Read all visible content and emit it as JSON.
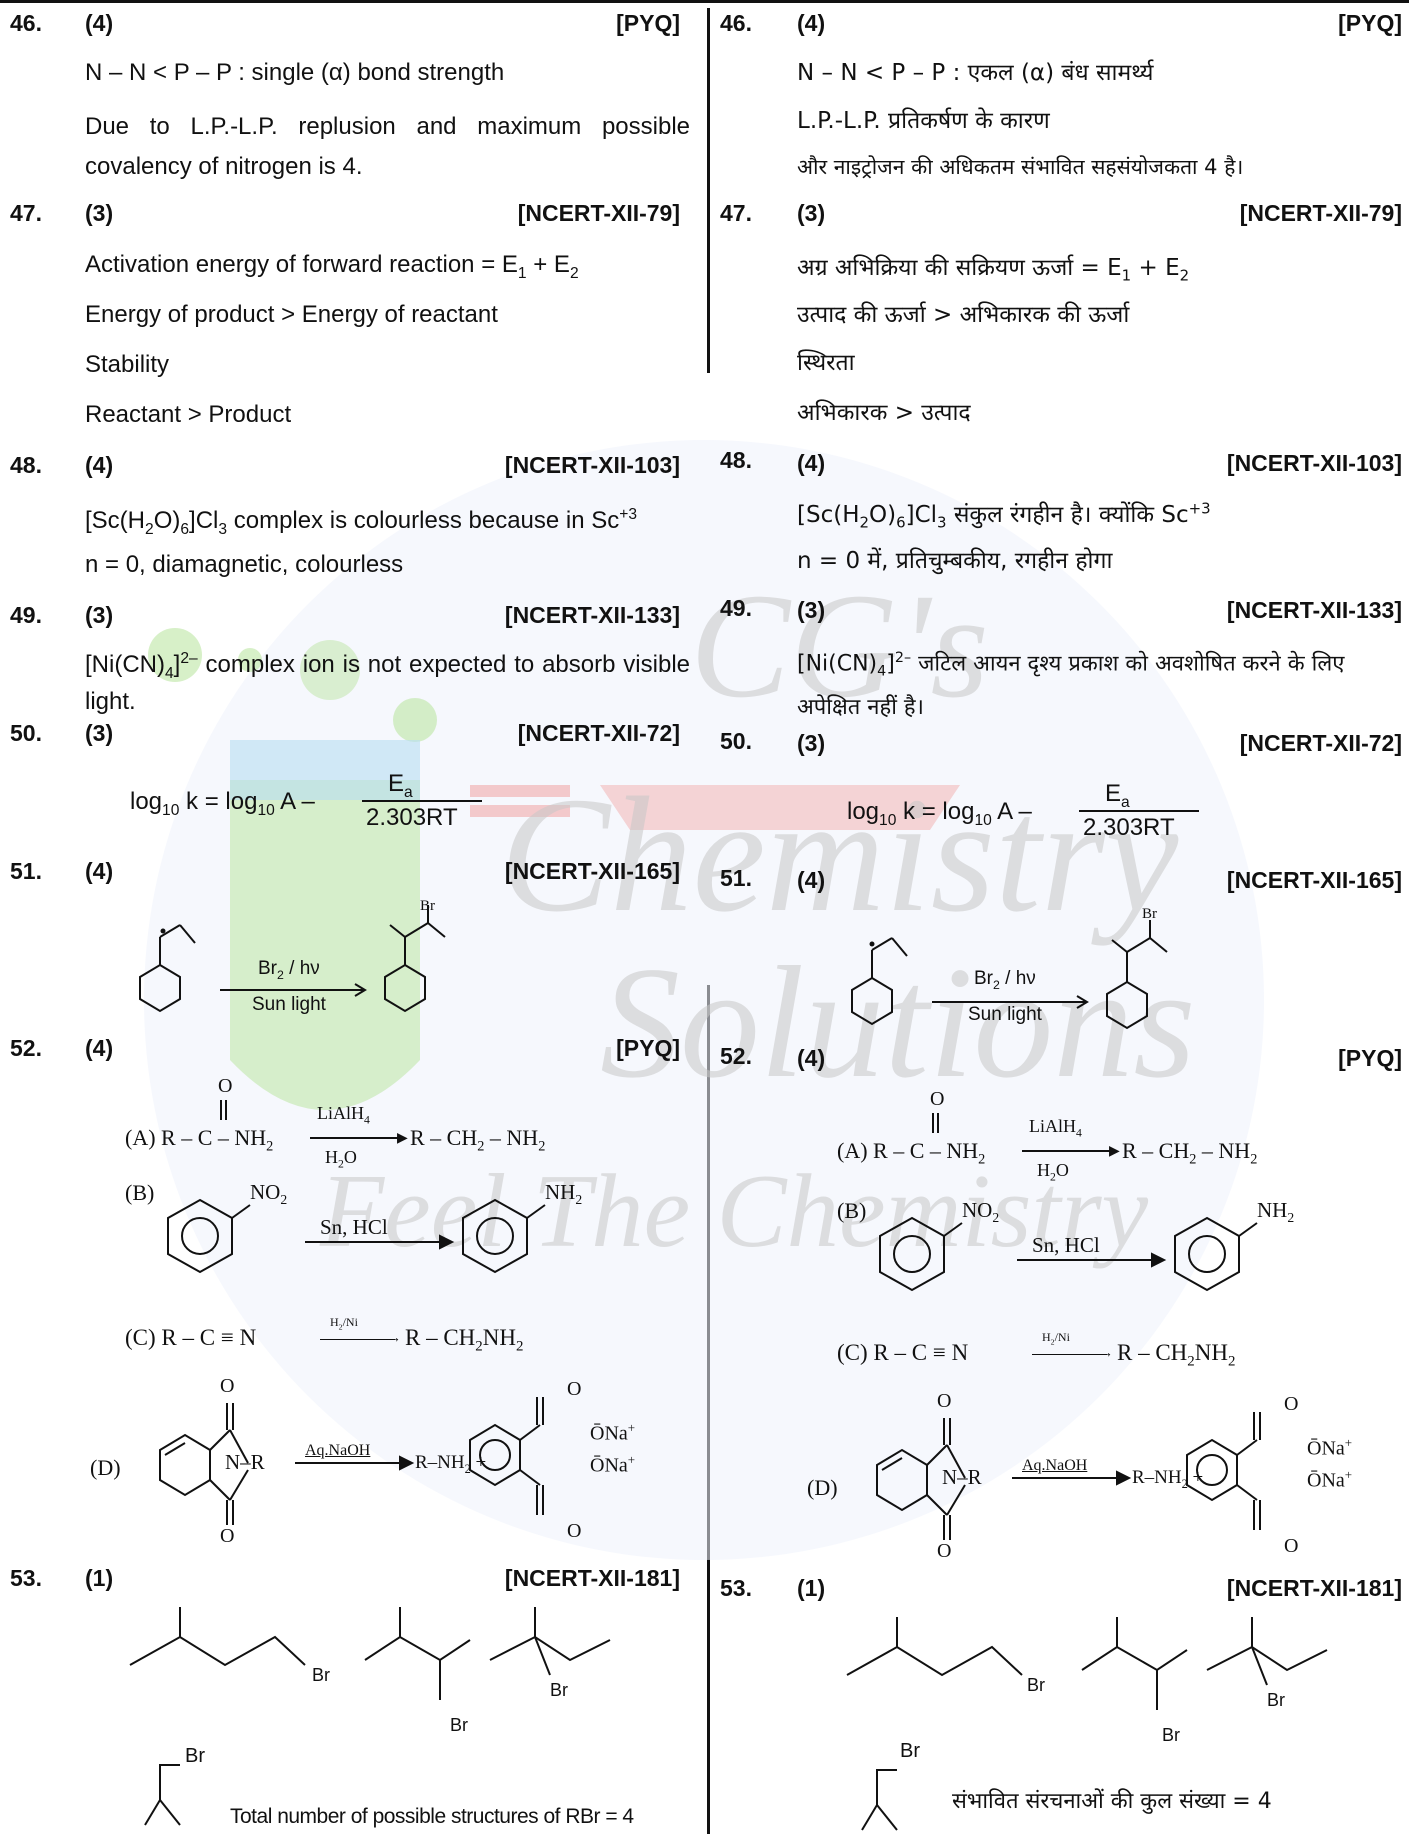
{
  "watermark": {
    "line1": "CG's",
    "line2": "Chemistry",
    "line3": "Solutions",
    "tagline": "Feel The Chemistry",
    "colors": {
      "green": "#b6e39a",
      "blue": "#b8def2",
      "red": "#f2b5b5",
      "gray": "#cfcfcf"
    }
  },
  "left": {
    "q46": {
      "num": "46.",
      "ans": "(4)",
      "tag": "[PYQ]",
      "l1": "N – N < P – P : single (α) bond strength",
      "l2": "Due to L.P.-L.P. replusion and maximum possible covalency of nitrogen is 4."
    },
    "q47": {
      "num": "47.",
      "ans": "(3)",
      "tag": "[NCERT-XII-79]",
      "l1_pre": "Activation energy of forward reaction = E",
      "l1_s1": "1",
      "l1_mid": " + E",
      "l1_s2": "2",
      "l2": "Energy of product > Energy of reactant",
      "l3": "Stability",
      "l4": "Reactant > Product"
    },
    "q48": {
      "num": "48.",
      "ans": "(4)",
      "tag": "[NCERT-XII-103]",
      "l1_a": "[Sc(H",
      "l1_s1": "2",
      "l1_b": "O)",
      "l1_s2": "6",
      "l1_c": "]Cl",
      "l1_s3": "3",
      "l1_d": " complex is colourless because in Sc",
      "l1_sup": "+3",
      "l2": "n = 0, diamagnetic, colourless"
    },
    "q49": {
      "num": "49.",
      "ans": "(3)",
      "tag": "[NCERT-XII-133]",
      "l1_a": "[Ni(CN)",
      "l1_s": "4",
      "l1_b": "]",
      "l1_sup": "2–",
      "l1_c": " complex ion is not expected to absorb visible light."
    },
    "q50": {
      "num": "50.",
      "ans": "(3)",
      "tag": "[NCERT-XII-72]",
      "eq_lhs": "log",
      "eq_sub1": "10",
      "eq_k": " k = log",
      "eq_sub2": "10",
      "eq_a": " A –",
      "eq_num": "E",
      "eq_num_sub": "a",
      "eq_den": "2.303RT"
    },
    "q51": {
      "num": "51.",
      "ans": "(4)",
      "tag": "[NCERT-XII-165]",
      "reagent": "Br",
      "reagent_sub": "2",
      "reagent_rest": " / hν",
      "cond": "Sun light",
      "br": "Br"
    },
    "q52": {
      "num": "52.",
      "ans": "(4)",
      "tag": "[PYQ]",
      "A_lbl": "(A)",
      "A_r": "R – C – NH",
      "A_sub": "2",
      "A_o": "O",
      "A_reag": "LiAlH",
      "A_reag_sub": "4",
      "A_reag2": "H",
      "A_reag2_sub": "2",
      "A_reag2_rest": "O",
      "A_prod": "R – CH",
      "A_prod_sub": "2",
      "A_prod_rest": " – NH",
      "A_prod_sub2": "2",
      "B_lbl": "(B)",
      "B_sub": "NO",
      "B_sub_s": "2",
      "B_reag": "Sn, HCl",
      "B_prod": "NH",
      "B_prod_s": "2",
      "C_lbl": "(C)",
      "C_r": "R – C ≡ N",
      "C_reag": "H",
      "C_reag_s": "2",
      "C_reag_rest": "/Ni",
      "C_prod": "R – CH",
      "C_prod_s": "2",
      "C_prod_rest": "NH",
      "C_prod_s2": "2",
      "D_lbl": "(D)",
      "D_nr": "N–R",
      "D_reag": "Aq.NaOH",
      "D_prod": "R–NH",
      "D_prod_s": "2",
      "D_plus": " +",
      "D_o": "O",
      "D_ona": "ŌNa",
      "D_ona_sup": "+"
    },
    "q53": {
      "num": "53.",
      "ans": "(1)",
      "tag": "[NCERT-XII-181]",
      "br": "Br",
      "total": "Total number of possible structures of RBr = 4"
    }
  },
  "right": {
    "q46": {
      "num": "46.",
      "ans": "(4)",
      "tag": "[PYQ]",
      "l1": "N – N < P – P : एकल (α) बंध सामर्थ्य",
      "l2": "L.P.-L.P. प्रतिकर्षण के कारण",
      "l3": "और नाइट्रोजन की अधिकतम संभावित सहसंयोजकता 4 है।"
    },
    "q47": {
      "num": "47.",
      "ans": "(3)",
      "tag": "[NCERT-XII-79]",
      "l1_pre": "अग्र अभिक्रिया की सक्रियण ऊर्जा = E",
      "l1_s1": "1",
      "l1_mid": " + E",
      "l1_s2": "2",
      "l2": "उत्पाद की ऊर्जा > अभिकारक की ऊर्जा",
      "l3": "स्थिरता",
      "l4": "अभिकारक > उत्पाद"
    },
    "q48": {
      "num": "48.",
      "ans": "(4)",
      "tag": "[NCERT-XII-103]",
      "l1_a": "[Sc(H",
      "l1_s1": "2",
      "l1_b": "O)",
      "l1_s2": "6",
      "l1_c": "]Cl",
      "l1_s3": "3",
      "l1_d": " संकुल रंगहीन है। क्योंकि Sc",
      "l1_sup": "+3",
      "l2": "n = 0 में, प्रतिचुम्बकीय, रगहीन होगा"
    },
    "q49": {
      "num": "49.",
      "ans": "(3)",
      "tag": "[NCERT-XII-133]",
      "l1_a": "[Ni(CN)",
      "l1_s": "4",
      "l1_b": "]",
      "l1_sup": "2–",
      "l1_c": " जटिल आयन दृश्य प्रकाश को अवशोषित करने के लिए अपेक्षित नहीं है।"
    },
    "q50": {
      "num": "50.",
      "ans": "(3)",
      "tag": "[NCERT-XII-72]"
    },
    "q51": {
      "num": "51.",
      "ans": "(4)",
      "tag": "[NCERT-XII-165]"
    },
    "q52": {
      "num": "52.",
      "ans": "(4)",
      "tag": "[PYQ]"
    },
    "q53": {
      "num": "53.",
      "ans": "(1)",
      "tag": "[NCERT-XII-181]",
      "total": "संभावित संरचनाओं की कुल संख्या = 4"
    }
  }
}
